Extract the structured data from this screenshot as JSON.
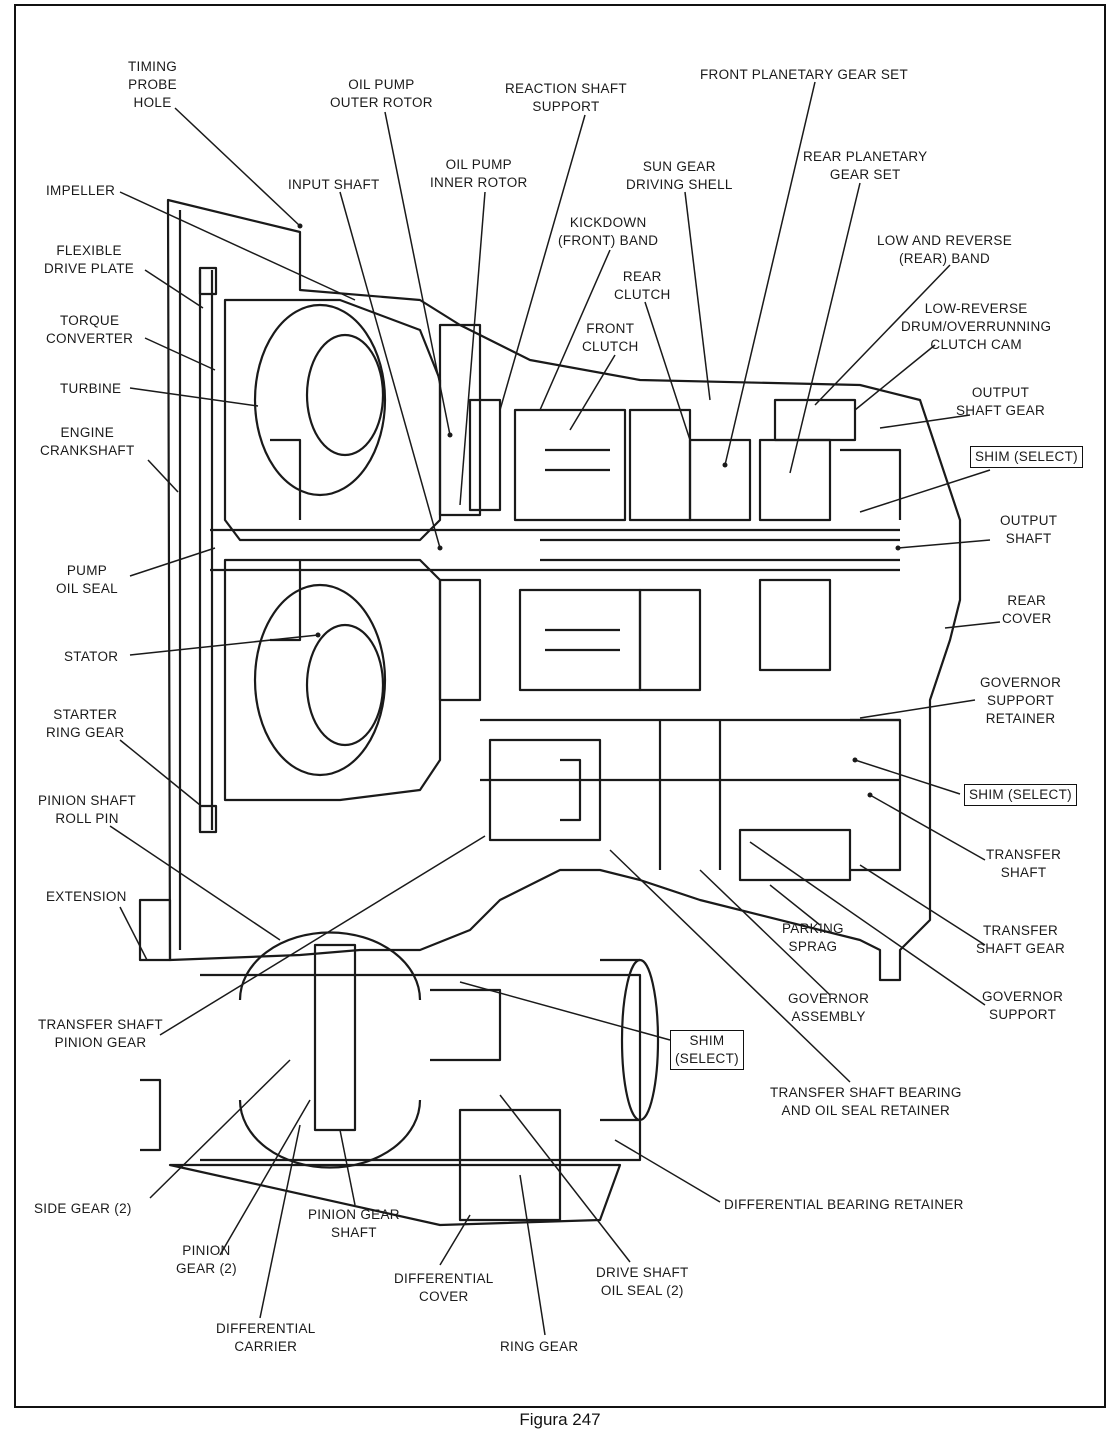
{
  "diagram": {
    "labels": {
      "timing_probe_hole": "TIMING\nPROBE\nHOLE",
      "oil_pump_outer_rotor": "OIL PUMP\nOUTER ROTOR",
      "reaction_shaft_support": "REACTION SHAFT\nSUPPORT",
      "front_planetary_gear_set": "FRONT PLANETARY GEAR SET",
      "impeller": "IMPELLER",
      "input_shaft": "INPUT SHAFT",
      "oil_pump_inner_rotor": "OIL PUMP\nINNER ROTOR",
      "sun_gear_driving_shell": "SUN GEAR\nDRIVING SHELL",
      "rear_planetary_gear_set": "REAR PLANETARY\nGEAR SET",
      "flexible_drive_plate": "FLEXIBLE\nDRIVE PLATE",
      "kickdown_front_band": "KICKDOWN\n(FRONT) BAND",
      "low_and_reverse_rear_band": "LOW AND REVERSE\n(REAR) BAND",
      "rear_clutch": "REAR\nCLUTCH",
      "torque_converter": "TORQUE\nCONVERTER",
      "low_reverse_drum": "LOW-REVERSE\nDRUM/OVERRUNNING\nCLUTCH CAM",
      "front_clutch": "FRONT\nCLUTCH",
      "turbine": "TURBINE",
      "output_shaft_gear": "OUTPUT\nSHAFT GEAR",
      "engine_crankshaft": "ENGINE\nCRANKSHAFT",
      "shim_select_1": "SHIM (SELECT)",
      "output_shaft": "OUTPUT\nSHAFT",
      "pump_oil_seal": "PUMP\nOIL SEAL",
      "rear_cover": "REAR\nCOVER",
      "stator": "STATOR",
      "governor_support_retainer": "GOVERNOR\nSUPPORT\nRETAINER",
      "starter_ring_gear": "STARTER\nRING GEAR",
      "shim_select_2": "SHIM (SELECT)",
      "pinion_shaft_roll_pin": "PINION SHAFT\nROLL PIN",
      "transfer_shaft": "TRANSFER\nSHAFT",
      "extension": "EXTENSION",
      "parking_sprag": "PARKING\nSPRAG",
      "transfer_shaft_gear": "TRANSFER\nSHAFT GEAR",
      "governor_assembly": "GOVERNOR\nASSEMBLY",
      "governor_support": "GOVERNOR\nSUPPORT",
      "transfer_shaft_pinion_gear": "TRANSFER SHAFT\nPINION GEAR",
      "shim_select_3": "SHIM\n(SELECT)",
      "transfer_shaft_bearing": "TRANSFER SHAFT BEARING\nAND OIL SEAL RETAINER",
      "side_gear": "SIDE GEAR (2)",
      "differential_bearing_retainer": "DIFFERENTIAL BEARING RETAINER",
      "pinion_gear_shaft": "PINION GEAR\nSHAFT",
      "pinion_gear": "PINION\nGEAR (2)",
      "drive_shaft_oil_seal": "DRIVE SHAFT\nOIL SEAL (2)",
      "differential_cover": "DIFFERENTIAL\nCOVER",
      "differential_carrier": "DIFFERENTIAL\nCARRIER",
      "ring_gear": "RING GEAR"
    },
    "caption": "Figura 247"
  },
  "colors": {
    "ink": "#1a1a1a",
    "paper": "#ffffff"
  }
}
